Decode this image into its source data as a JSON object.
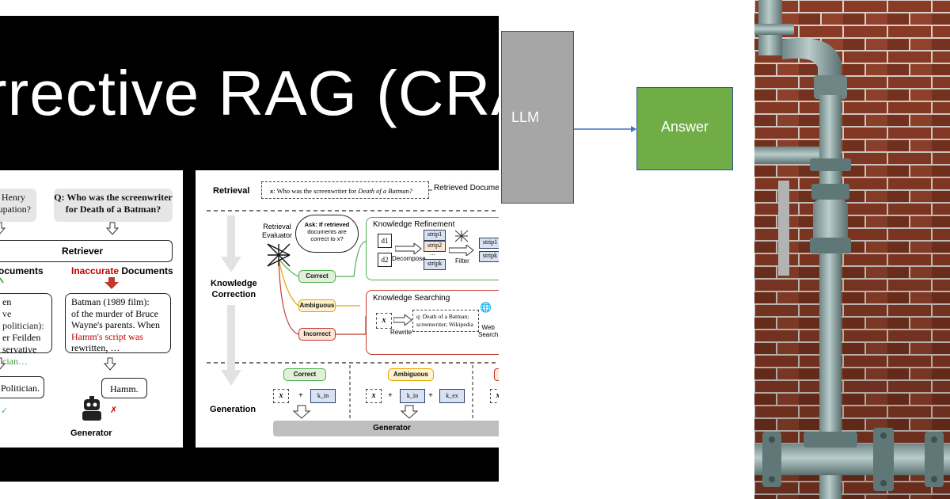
{
  "slide": {
    "title": "rrective RAG (CRA",
    "left_panel": {
      "question_left": "s Henry\nccupation?",
      "question_right": "Q: Who was the screenwriter\nfor Death of a Batman?",
      "retriever": "Retriever",
      "correct_heading": "ocuments",
      "inaccurate_word": "Inaccurate",
      "documents_word": "Documents",
      "doc_left_lines": [
        "en",
        "ve politician):",
        "er Feilden",
        "servative",
        "cian…"
      ],
      "doc_right_lines": [
        "Batman (1989 film):",
        "of the murder of Bruce",
        "Wayne's parents. When",
        "Hamm's script was",
        "rewritten, …"
      ],
      "answer_left": "Politician.",
      "answer_right": "Hamm.",
      "generator": "Generator"
    },
    "right_panel": {
      "retrieval": "Retrieval",
      "query_x": "x",
      "query_text": ": Who was the screenwriter for ",
      "query_italic": "Death of a Batman?",
      "retrieved_docs": "Retrieved Docume",
      "knowledge_correction": [
        "Knowledge",
        "Correction"
      ],
      "retrieval_evaluator": [
        "Retrieval",
        "Evaluator"
      ],
      "ask_bubble": [
        "Ask: If retrieved",
        "documents are",
        "correct to x?"
      ],
      "knowledge_refinement": "Knowledge Refinement",
      "d1": "d1",
      "d2": "d2",
      "strips": [
        "strip1",
        "strip2",
        "...",
        "stripk"
      ],
      "strips_out": [
        "strip1",
        "stripk"
      ],
      "decompose": "Decompose",
      "filter": "Filter",
      "correct": "Correct",
      "ambiguous": "Ambiguous",
      "incorrect": "Incorrect",
      "knowledge_searching": "Knowledge Searching",
      "rewrite": "Rewrite",
      "q_text": [
        "q: Death of a Batman;",
        "screenwriter; Wikipedia"
      ],
      "web_search": [
        "Web",
        "Search"
      ],
      "generation": "Generation",
      "gen_correct": "Correct",
      "gen_ambiguous": "Ambiguous",
      "plus": "+",
      "k_in": "k_in",
      "k_ex": "k_ex",
      "generator": "Generator"
    }
  },
  "flowchart": {
    "llm_label": "LLM",
    "answer_label": "Answer",
    "colors": {
      "llm_fill": "#a6a6a6",
      "answer_fill": "#70ad47",
      "border": "#2f528f",
      "arrow": "#4472c4"
    }
  },
  "photo": {
    "subject": "industrial pipe on brick wall"
  }
}
